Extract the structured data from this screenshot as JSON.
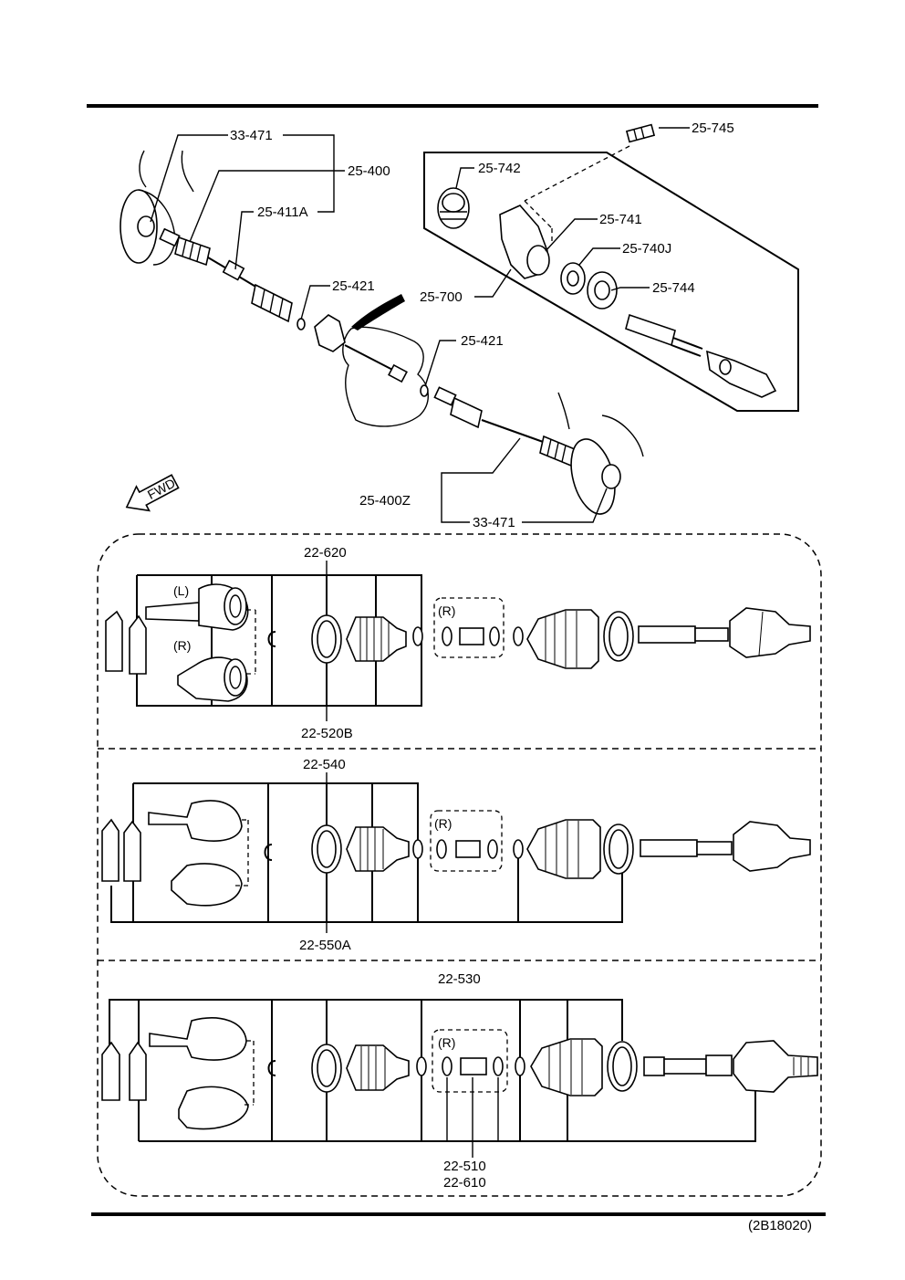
{
  "top": {
    "labels": {
      "p33_471_a": "33-471",
      "p25_400": "25-400",
      "p25_411a": "25-411A",
      "p25_421_a": "25-421",
      "p25_421_b": "25-421",
      "p25_400z": "25-400Z",
      "p33_471_b": "33-471",
      "p25_700": "25-700",
      "p25_745": "25-745",
      "p25_742": "25-742",
      "p25_741": "25-741",
      "p25_740j": "25-740J",
      "p25_744": "25-744"
    },
    "fwd": "FWD"
  },
  "panels": [
    {
      "top_label": "22-620",
      "bottom_label": "22-520B",
      "left_tag": "(L)",
      "right_tag": "(R)",
      "group_tag": "(R)"
    },
    {
      "top_label": "22-540",
      "bottom_label": "22-550A",
      "group_tag": "(R)"
    },
    {
      "top_label": "22-530",
      "bottom_label_1": "22-510",
      "bottom_label_2": "22-610",
      "group_tag": "(R)"
    }
  ],
  "footer_code": "(2B18020)"
}
